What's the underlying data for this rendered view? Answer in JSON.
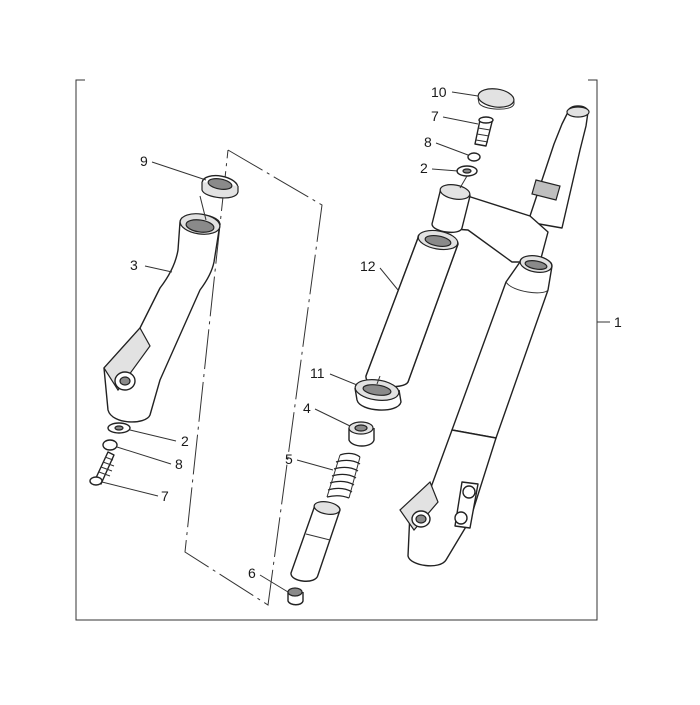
{
  "callouts": [
    {
      "id": "c10a",
      "label": "10"
    },
    {
      "id": "c7a",
      "label": "7"
    },
    {
      "id": "c8a",
      "label": "8"
    },
    {
      "id": "c2a",
      "label": "2"
    },
    {
      "id": "c12",
      "label": "12"
    },
    {
      "id": "c1",
      "label": "1"
    },
    {
      "id": "c9",
      "label": "9"
    },
    {
      "id": "c3",
      "label": "3"
    },
    {
      "id": "c11",
      "label": "11"
    },
    {
      "id": "c4",
      "label": "4"
    },
    {
      "id": "c5",
      "label": "5"
    },
    {
      "id": "c2b",
      "label": "2"
    },
    {
      "id": "c8b",
      "label": "8"
    },
    {
      "id": "c7b",
      "label": "7"
    },
    {
      "id": "c6",
      "label": "6"
    }
  ]
}
